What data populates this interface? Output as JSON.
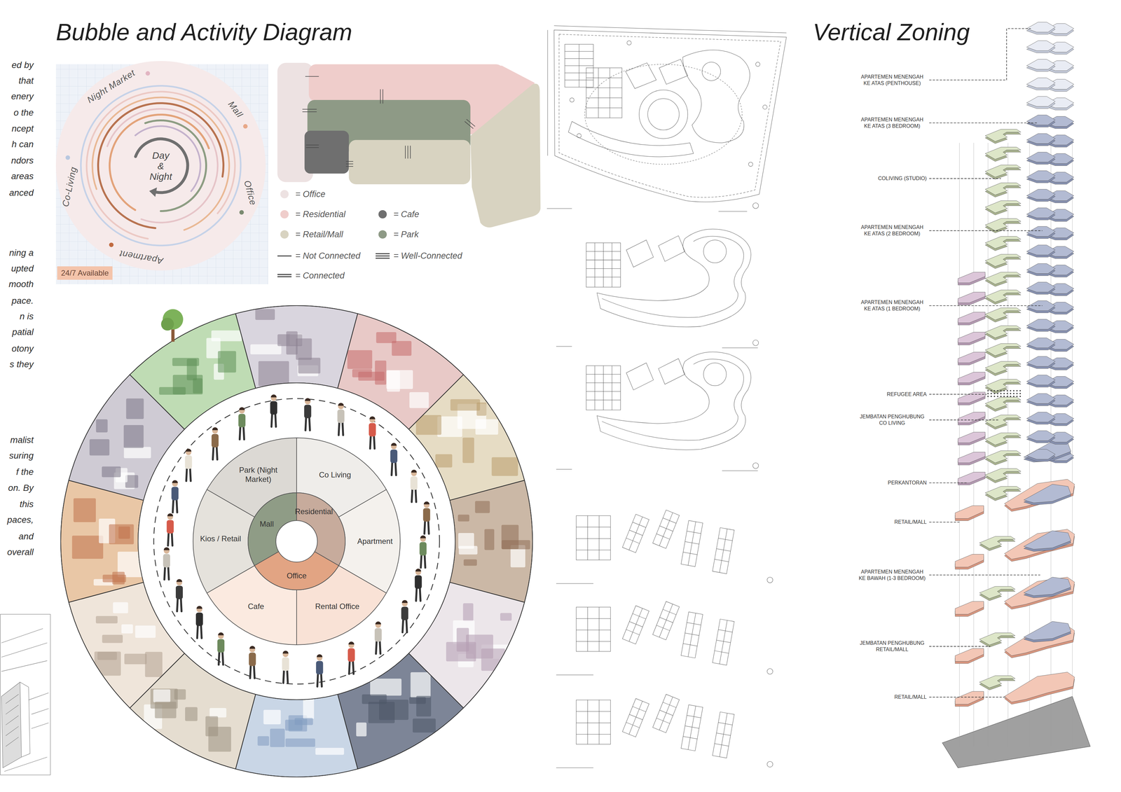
{
  "diagram": {
    "title": "Bubble and Activity Diagram",
    "nodes": [
      {
        "text": [
          "24/7 Available"
        ]
      },
      {
        "text": [
          "Park (Night Market)"
        ]
      },
      {
        "text": [
          "Co Living"
        ]
      },
      {
        "text": [
          "Apartment"
        ]
      },
      {
        "text": [
          "Rental Office"
        ]
      },
      {
        "text": [
          "Cafe"
        ]
      },
      {
        "text": [
          "Kios / Retail"
        ]
      },
      {
        "text": [
          "Mall"
        ]
      },
      {
        "text": [
          "Residential"
        ]
      },
      {
        "text": [
          "Office"
        ]
      }
    ],
    "labels": [
      "ed by",
      "that",
      "enery",
      "o the",
      "ncept",
      "h can",
      "ndors",
      "areas",
      "anced",
      "ning a",
      "upted",
      "mooth",
      "pace.",
      "n is",
      "patial",
      "otony",
      "s they",
      "malist",
      "suring",
      "f the",
      "on. By",
      "this",
      "paces,",
      "and",
      "overall",
      "Night Market",
      "Mall",
      "Office",
      "Apartment",
      "Co-Living",
      "Day & Night",
      "Vertical Zoning",
      "APARTEMEN MENENGAH KE ATAS (PENTHOUSE)",
      "APARTEMEN MENENGAH KE ATAS (3 BEDROOM)",
      "COLIVING (STUDIO)",
      "APARTEMEN MENENGAH KE ATAS (2 BEDROOM)",
      "APARTEMEN MENENGAH KE ATAS (1 BEDROOM)",
      "REFUGEE AREA",
      "JEMBATAN PENGHUBUNG CO LIVING",
      "PERKANTORAN",
      "RETAIL/MALL",
      "APARTEMEN MENENGAH KE BAWAH (1-3 BEDROOM)",
      "JEMBATAN PENGHUBUNG RETAIL/MALL",
      "RETAIL/MALL"
    ],
    "legend": [
      {
        "text": "= Office",
        "color": "#ede2e2"
      },
      {
        "text": "= Residential",
        "color": "#efcdcb"
      },
      {
        "text": "= Cafe",
        "color": "#6f6f6f"
      },
      {
        "text": "= Retail/Mall",
        "color": "#d8d3c1"
      },
      {
        "text": "= Park",
        "color": "#8e9a86"
      },
      {
        "text": "= Not Connected"
      },
      {
        "text": "= Well-Connected"
      },
      {
        "text": "= Connected"
      }
    ]
  }
}
